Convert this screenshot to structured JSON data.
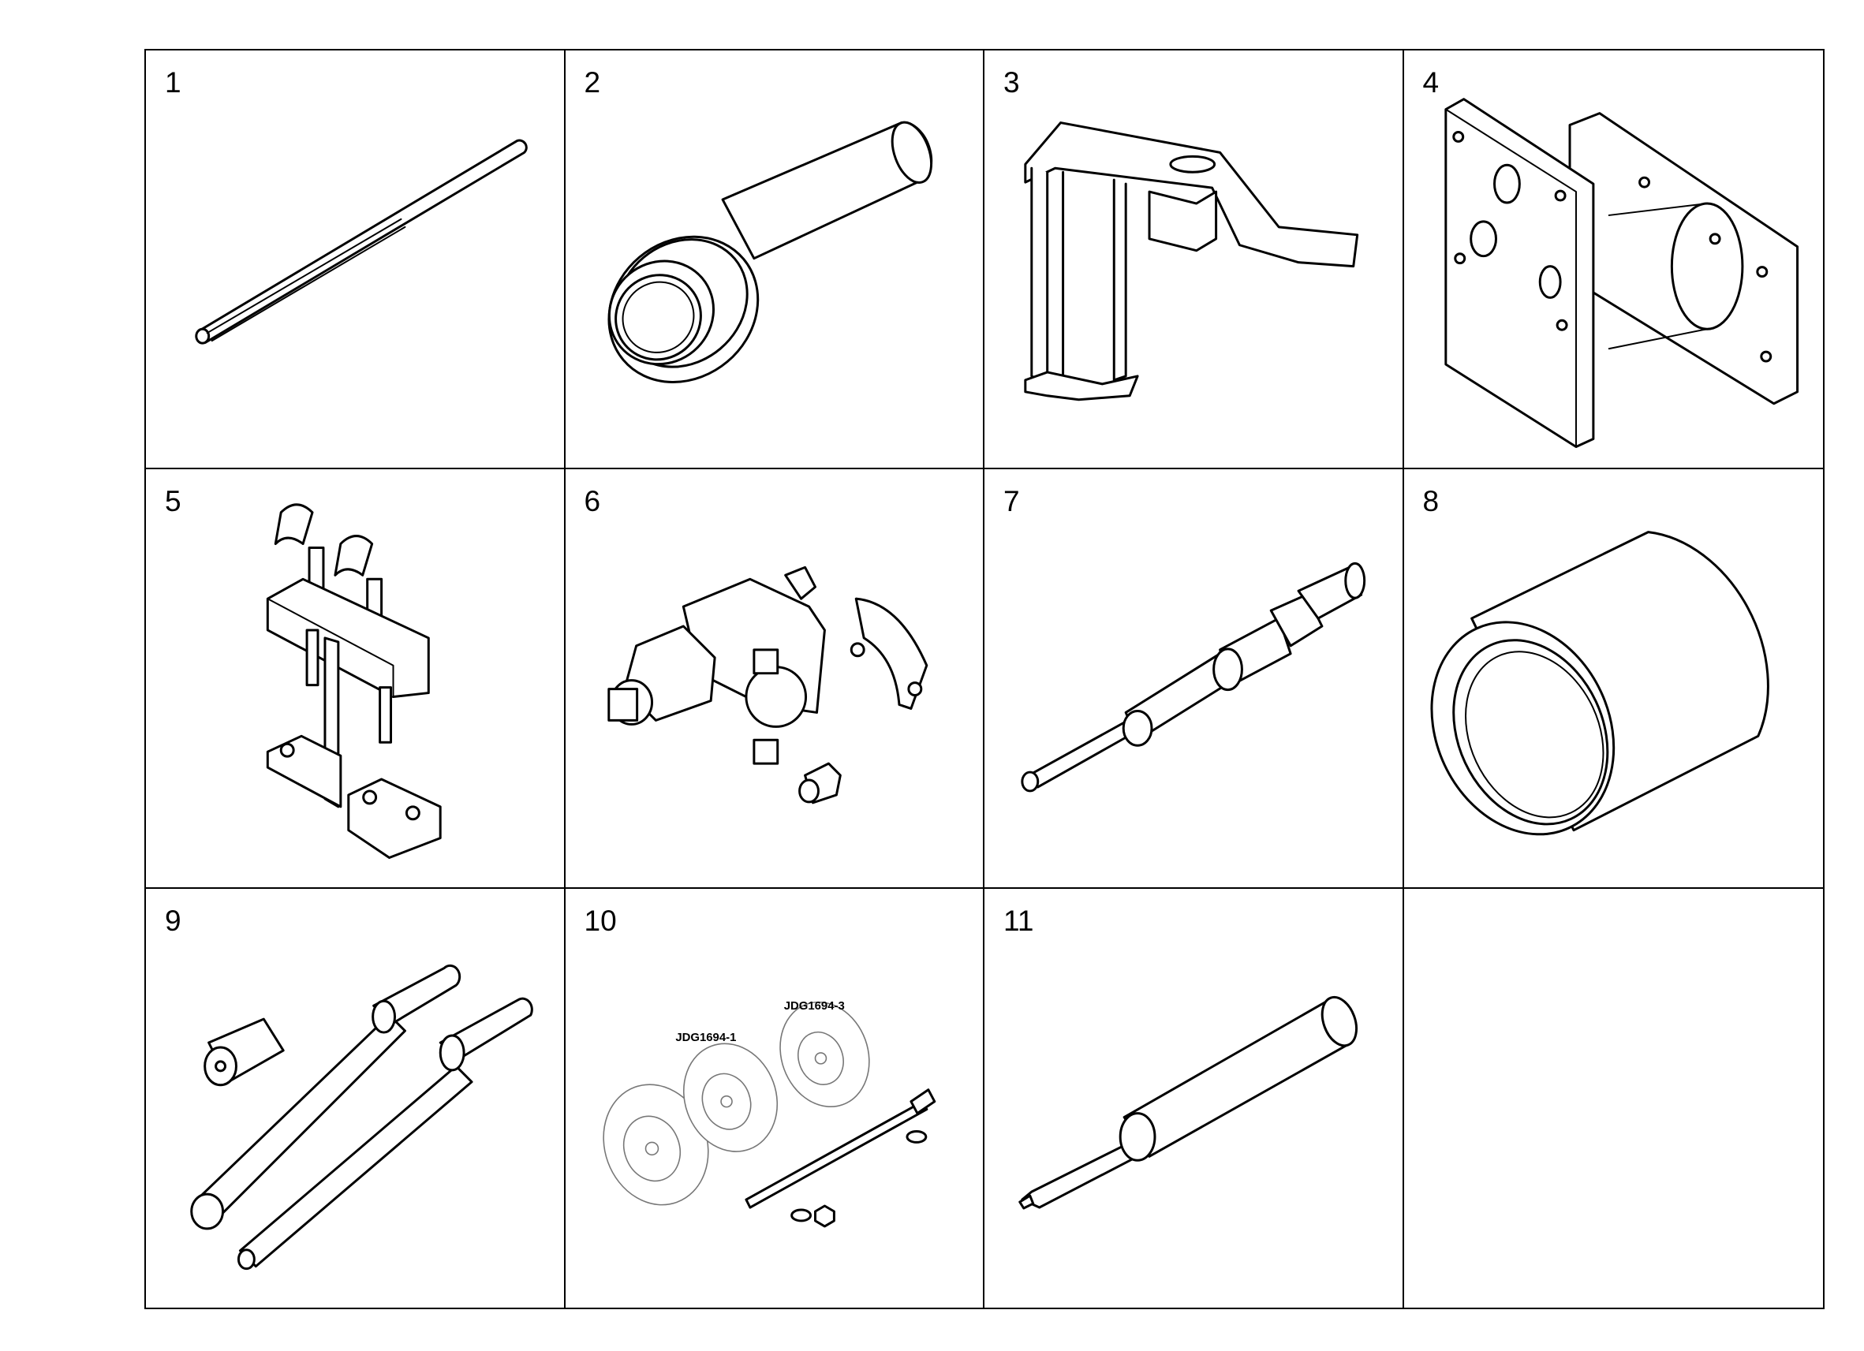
{
  "cells": [
    {
      "number": "1",
      "tool": "slotted-pin"
    },
    {
      "number": "2",
      "tool": "seal-installer"
    },
    {
      "number": "3",
      "tool": "bracket-holder"
    },
    {
      "number": "4",
      "tool": "mounting-plate-fixture"
    },
    {
      "number": "5",
      "tool": "twin-knob-puller"
    },
    {
      "number": "6",
      "tool": "injector-adapter-kit"
    },
    {
      "number": "7",
      "tool": "test-adapter-probe"
    },
    {
      "number": "8",
      "tool": "sleeve-ring"
    },
    {
      "number": "9",
      "tool": "driver-set"
    },
    {
      "number": "10",
      "tool": "bearing-installer-set"
    },
    {
      "number": "11",
      "tool": "pin-driver"
    },
    {
      "number": "",
      "tool": "empty"
    }
  ],
  "labels": {
    "jdg1694_1": "JDG1694-1",
    "jdg1694_3": "JDG1694-3"
  }
}
